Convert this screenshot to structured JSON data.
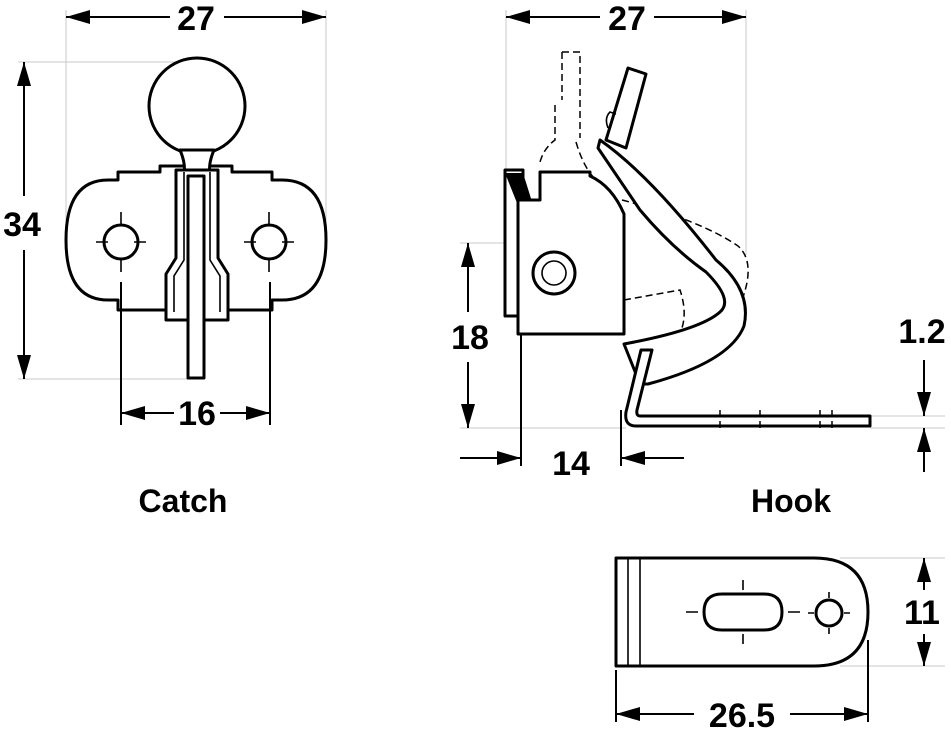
{
  "catch": {
    "caption": "Catch",
    "dim_width": "27",
    "dim_height": "34",
    "dim_hole_spacing": "16"
  },
  "hook": {
    "caption": "Hook",
    "dim_width": "27",
    "dim_height": "18",
    "dim_base": "14",
    "dim_thickness": "1.2"
  },
  "plate": {
    "dim_length": "26.5",
    "dim_width": "11"
  }
}
